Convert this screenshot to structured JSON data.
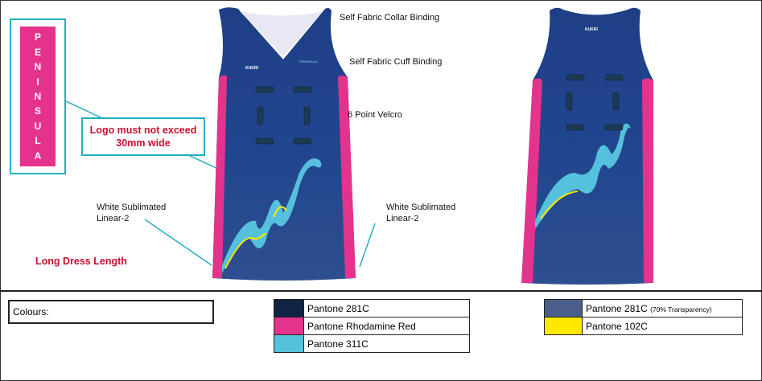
{
  "logo": {
    "letters": [
      "P",
      "E",
      "N",
      "I",
      "N",
      "S",
      "U",
      "L",
      "A"
    ]
  },
  "annotations": {
    "collar": "Self Fabric Collar Binding",
    "cuff": "Self Fabric Cuff Binding",
    "velcro": "6 Point Velcro",
    "sublimated_left_1": "White Sublimated",
    "sublimated_left_2": "Linear-2",
    "sublimated_right_1": "White Sublimated",
    "sublimated_right_2": "Linear-2",
    "length": "Long Dress Length",
    "logo_warning_1": "Logo must not exceed",
    "logo_warning_2": "30mm wide"
  },
  "brand": {
    "maker": "KUKRI",
    "club": "PENINSULA"
  },
  "colours": {
    "label": "Colours:",
    "table1": [
      {
        "name": "Pantone 281C",
        "hex": "#0f2444"
      },
      {
        "name": "Pantone Rhodamine Red",
        "hex": "#e4338c"
      },
      {
        "name": "Pantone 311C",
        "hex": "#56c1dd"
      }
    ],
    "table2": [
      {
        "name": "Pantone 281C",
        "note": "(70% Transparency)",
        "hex": "#4a5f8a"
      },
      {
        "name": "Pantone 102C",
        "note": "",
        "hex": "#ffe800"
      }
    ]
  },
  "palette": {
    "navy": "#1d3f84",
    "pink": "#e4338c",
    "cyan": "#23aec4",
    "light_blue": "#56c1dd",
    "yellow": "#ffe800",
    "red": "#c8102e"
  }
}
